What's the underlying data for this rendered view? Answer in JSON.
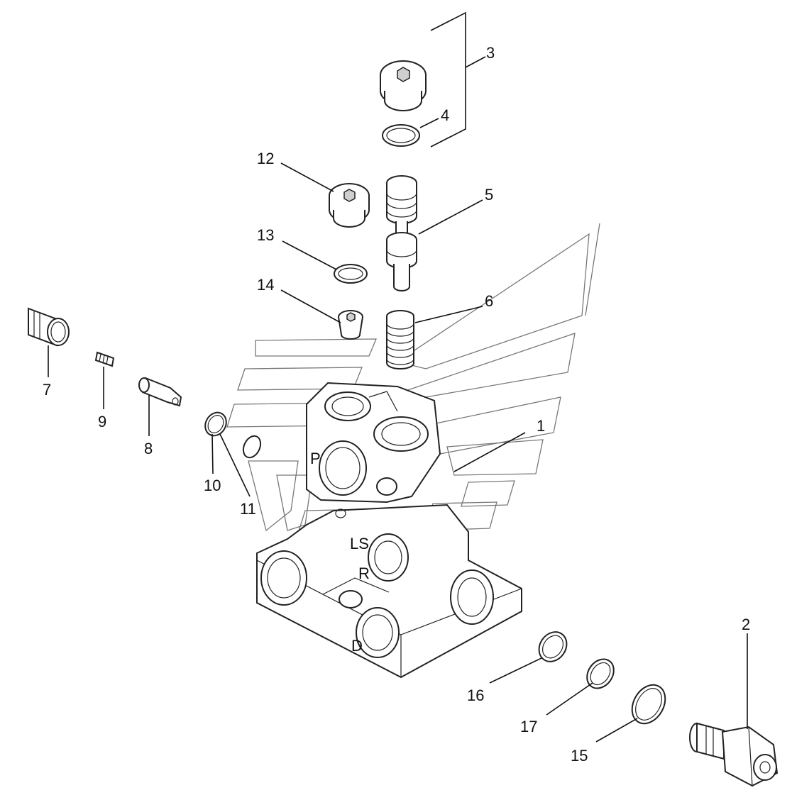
{
  "diagram": {
    "callouts": [
      {
        "id": "c1",
        "label": "1"
      },
      {
        "id": "c2",
        "label": "2"
      },
      {
        "id": "c3",
        "label": "3"
      },
      {
        "id": "c4",
        "label": "4"
      },
      {
        "id": "c5",
        "label": "5"
      },
      {
        "id": "c6",
        "label": "6"
      },
      {
        "id": "c7",
        "label": "7"
      },
      {
        "id": "c8",
        "label": "8"
      },
      {
        "id": "c9",
        "label": "9"
      },
      {
        "id": "c10",
        "label": "10"
      },
      {
        "id": "c11",
        "label": "11"
      },
      {
        "id": "c12",
        "label": "12"
      },
      {
        "id": "c13",
        "label": "13"
      },
      {
        "id": "c14",
        "label": "14"
      },
      {
        "id": "c15",
        "label": "15"
      },
      {
        "id": "c16",
        "label": "16"
      },
      {
        "id": "c17",
        "label": "17"
      }
    ],
    "port_markings": {
      "p": "P",
      "ls": "LS",
      "r": "R",
      "d": "D"
    }
  }
}
